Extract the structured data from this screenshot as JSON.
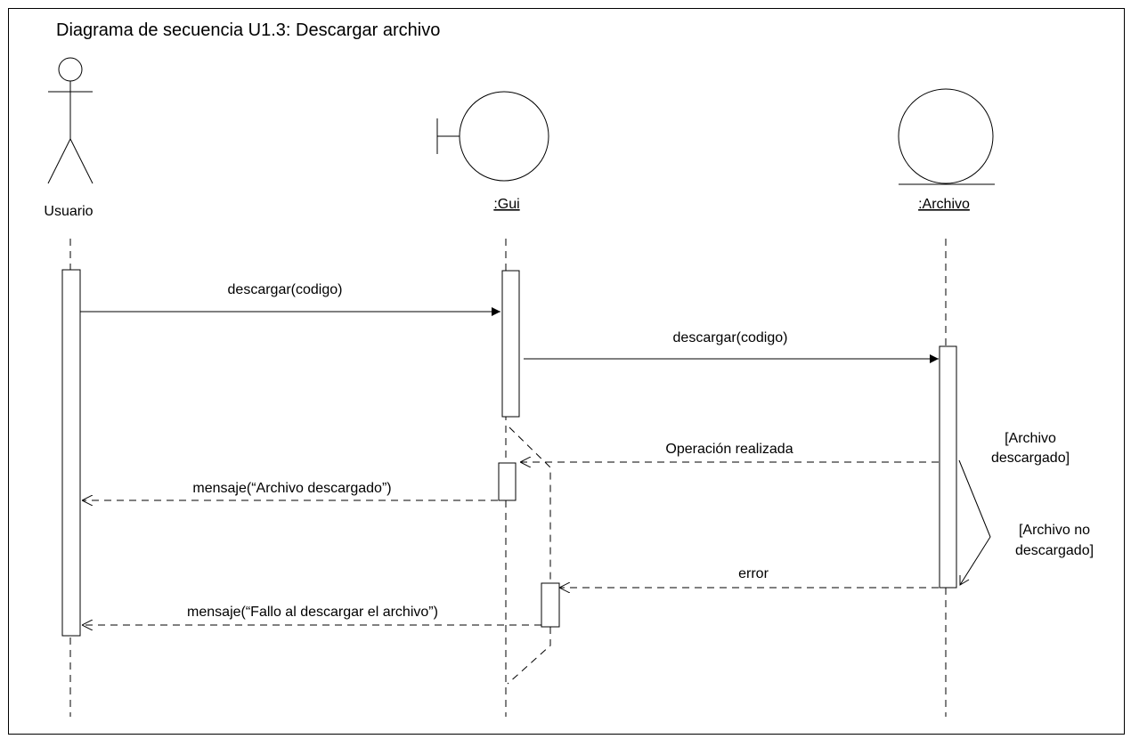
{
  "diagram": {
    "title": "Diagrama de secuencia U1.3: Descargar archivo",
    "participants": {
      "actor": "Usuario",
      "boundary": ":Gui",
      "entity": ":Archivo"
    },
    "messages": {
      "m1": "descargar(codigo)",
      "m2": "descargar(codigo)",
      "m3": "Operación realizada",
      "m4": "mensaje(“Archivo descargado”)",
      "m5": "error",
      "m6": "mensaje(“Fallo al descargar el archivo”)"
    },
    "guards": {
      "ok_line1": "[Archivo",
      "ok_line2": "descargado]",
      "fail_line1": "[Archivo no",
      "fail_line2": "descargado]"
    }
  }
}
